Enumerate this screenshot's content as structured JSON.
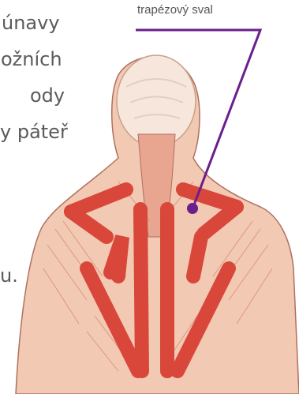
{
  "text_fragments": [
    "únavy",
    "ožních",
    "ody",
    "y páteř",
    "u."
  ],
  "callout": {
    "label": "trapézový sval",
    "line_color": "#6a1f8c"
  },
  "colors": {
    "skin": "#f2c9b3",
    "muscle_fiber": "#d98a73",
    "highlight_band": "#d9473a",
    "outline": "#b07060"
  }
}
